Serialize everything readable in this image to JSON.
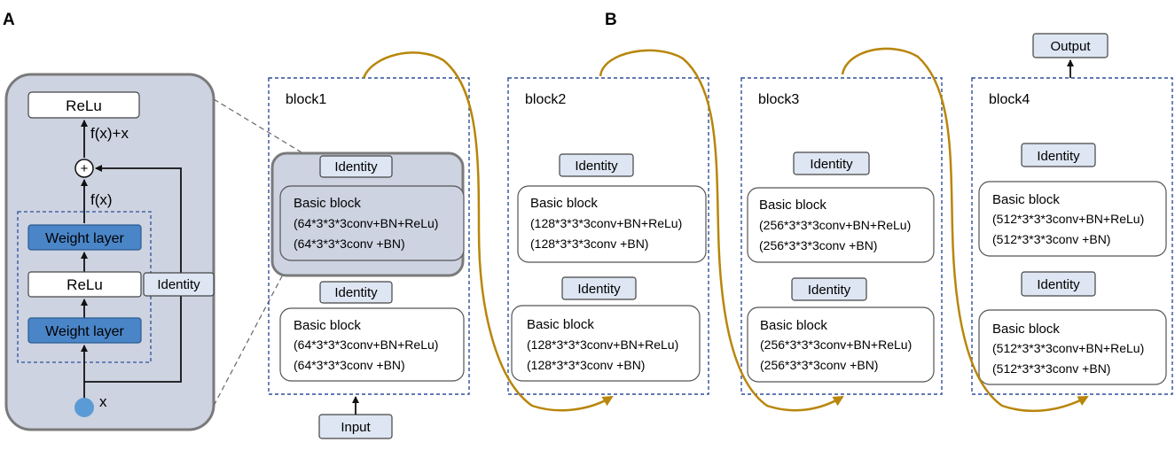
{
  "panels": {
    "a": "A",
    "b": "B"
  },
  "panel_a": {
    "relu_top": "ReLu",
    "fx_plus_x": "f(x)+x",
    "plus": "+",
    "fx": "f(x)",
    "weight_layer_1": "Weight layer",
    "relu_mid": "ReLu",
    "weight_layer_2": "Weight layer",
    "identity": "Identity",
    "x": "x"
  },
  "blocks": [
    {
      "title": "block1",
      "identity_1": "Identity",
      "basic_1": {
        "title": "Basic block",
        "line1": "(64*3*3*3conv+BN+ReLu)",
        "line2": "(64*3*3*3conv +BN)"
      },
      "identity_2": "Identity",
      "basic_2": {
        "title": "Basic block",
        "line1": "(64*3*3*3conv+BN+ReLu)",
        "line2": "(64*3*3*3conv +BN)"
      }
    },
    {
      "title": "block2",
      "identity_1": "Identity",
      "basic_1": {
        "title": "Basic block",
        "line1": "(128*3*3*3conv+BN+ReLu)",
        "line2": "(128*3*3*3conv +BN)"
      },
      "identity_2": "Identity",
      "basic_2": {
        "title": "Basic block",
        "line1": "(128*3*3*3conv+BN+ReLu)",
        "line2": "(128*3*3*3conv +BN)"
      }
    },
    {
      "title": "block3",
      "identity_1": "Identity",
      "basic_1": {
        "title": "Basic block",
        "line1": "(256*3*3*3conv+BN+ReLu)",
        "line2": "(256*3*3*3conv +BN)"
      },
      "identity_2": "Identity",
      "basic_2": {
        "title": "Basic block",
        "line1": "(256*3*3*3conv+BN+ReLu)",
        "line2": "(256*3*3*3conv +BN)"
      }
    },
    {
      "title": "block4",
      "identity_1": "Identity",
      "basic_1": {
        "title": "Basic block",
        "line1": "(512*3*3*3conv+BN+ReLu)",
        "line2": "(512*3*3*3conv +BN)"
      },
      "identity_2": "Identity",
      "basic_2": {
        "title": "Basic block",
        "line1": "(512*3*3*3conv+BN+ReLu)",
        "line2": "(512*3*3*3conv +BN)"
      }
    }
  ],
  "input_label": "Input",
  "output_label": "Output",
  "colors": {
    "panel_fill": "#cdd3e1",
    "weight_fill": "#4a85c8",
    "identity_fill": "#dde6f2",
    "block_border": "#2f4f9a",
    "connector": "#b8860b",
    "x_dot": "#5b9bd5"
  }
}
